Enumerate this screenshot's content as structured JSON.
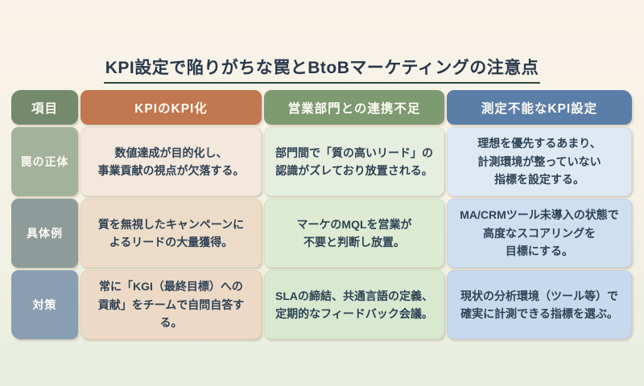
{
  "page": {
    "title": "KPI設定で陥りがちな罠とBtoBマーケティングの注意点",
    "title_color": "#27384b",
    "underline_color": "#31443d"
  },
  "table": {
    "corner": {
      "label": "項目",
      "bg": "#75896c"
    },
    "columns": [
      {
        "label": "KPIのKPI化",
        "bg": "#c1774f"
      },
      {
        "label": "営業部門との連携不足",
        "bg": "#7d9a70"
      },
      {
        "label": "測定不能なKPI設定",
        "bg": "#5b7ea9"
      }
    ],
    "rows": [
      {
        "label": "罠の正体",
        "label_bg": "#a3b29a",
        "cells": [
          {
            "text": "数値達成が目的化し、\n事業貢献の視点が欠落する。",
            "bg": "#f4e7db"
          },
          {
            "text": "部門間で「質の高いリード」の\n認識がズレており放置される。",
            "bg": "#e6efdf"
          },
          {
            "text": "理想を優先するあまり、\n計測環境が整っていない\n指標を設定する。",
            "bg": "#dfe9f4"
          }
        ]
      },
      {
        "label": "具体例",
        "label_bg": "#8d9c98",
        "cells": [
          {
            "text": "質を無視したキャンペーンに\nよるリードの大量獲得。",
            "bg": "#eddcc8"
          },
          {
            "text": "マーケのMQLを営業が\n不要と判断し放置。",
            "bg": "#dcebd2"
          },
          {
            "text": "MA/CRMツール未導入の状態で\n高度なスコアリングを\n目標にする。",
            "bg": "#cfdff1"
          }
        ]
      },
      {
        "label": "対策",
        "label_bg": "#8a9eb1",
        "cells": [
          {
            "text": "常に「KGI（最終目標）への\n貢献」をチームで自問自答する。",
            "bg": "#eddac6"
          },
          {
            "text": "SLAの締結、共通言語の定義、\n定期的なフィードバック会議。",
            "bg": "#d9e9cf"
          },
          {
            "text": "現状の分析環境（ツール等）で\n確実に計測できる指標を選ぶ。",
            "bg": "#c7d9ee"
          }
        ]
      }
    ],
    "body_text_color": "#2f4356"
  }
}
